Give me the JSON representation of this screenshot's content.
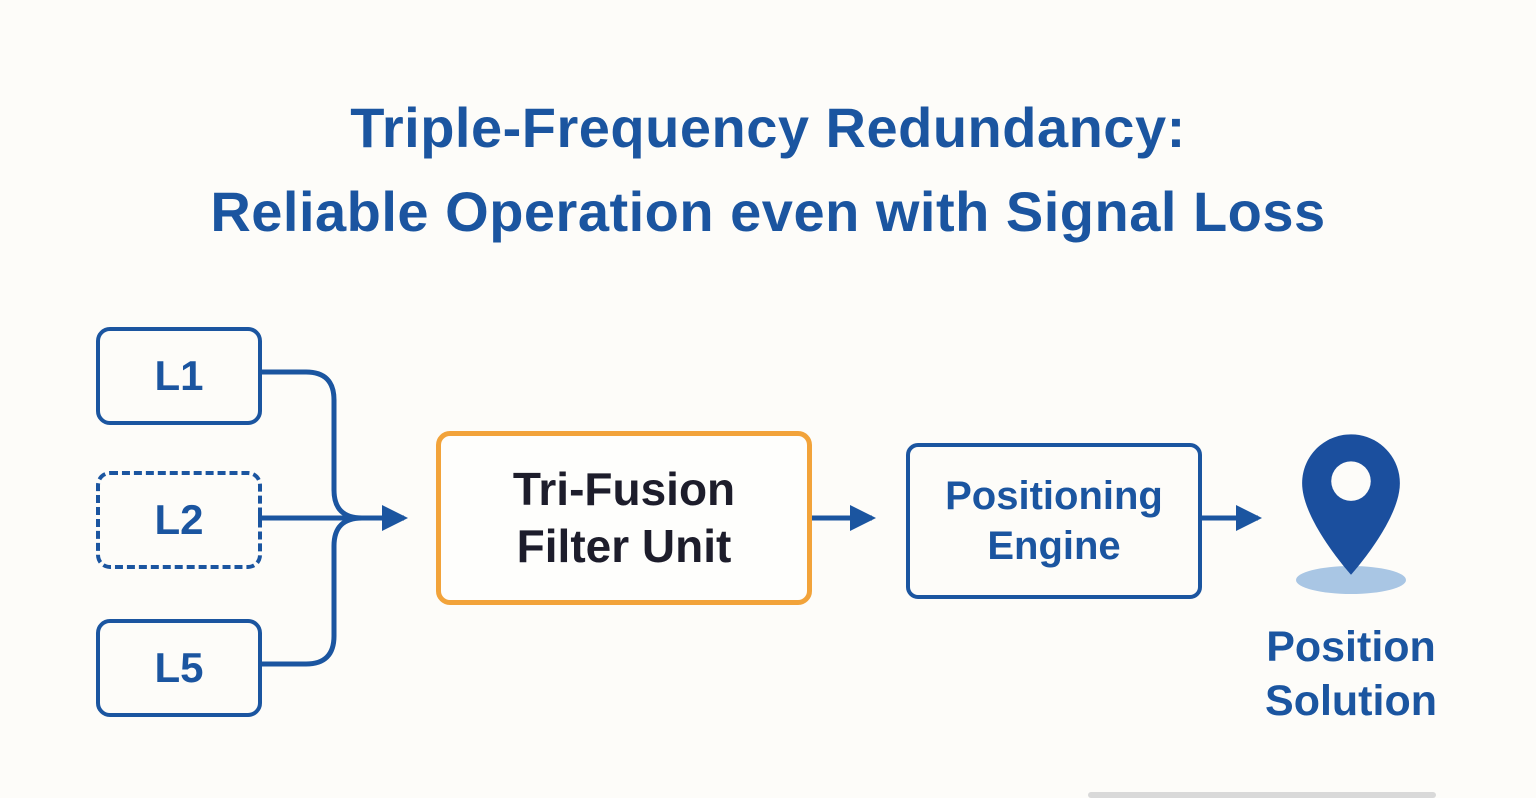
{
  "title": {
    "line1": "Triple-Frequency Redundancy:",
    "line2": "Reliable Operation even with Signal Loss"
  },
  "inputs": [
    {
      "label": "L1",
      "style": "solid"
    },
    {
      "label": "L2",
      "style": "dashed"
    },
    {
      "label": "L5",
      "style": "solid"
    }
  ],
  "filter": {
    "line1": "Tri-Fusion",
    "line2": "Filter Unit"
  },
  "engine": {
    "line1": "Positioning",
    "line2": "Engine"
  },
  "output": {
    "line1": "Position",
    "line2": "Solution"
  },
  "icons": {
    "pin": "location-pin-icon"
  },
  "colors": {
    "blue": "#1b55a0",
    "orange": "#f2a33a",
    "dark_text": "#1d1d2b",
    "pin_shadow": "#a9c6e4",
    "background": "#fdfcf9"
  }
}
